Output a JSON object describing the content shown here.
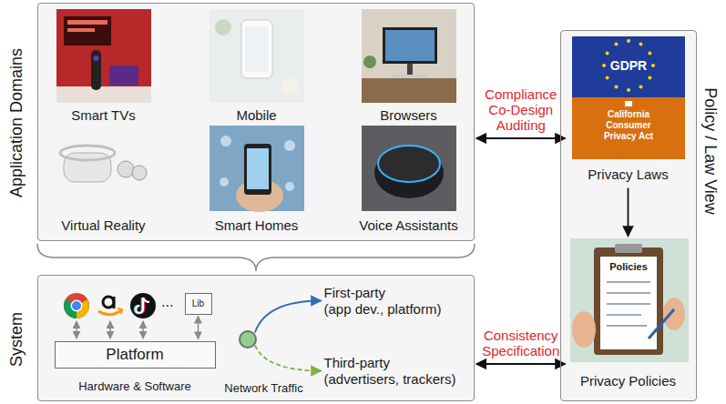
{
  "diagram": {
    "nodes": [
      {
        "text": [
          "Application Domains"
        ]
      },
      {
        "text": [
          "Smart TVs"
        ],
        "in": 0
      },
      {
        "text": [
          "Mobile"
        ],
        "in": 0
      },
      {
        "text": [
          "Browsers"
        ],
        "in": 0
      },
      {
        "text": [
          "Virtual Reality"
        ],
        "in": 0
      },
      {
        "text": [
          "Smart Homes"
        ],
        "in": 0
      },
      {
        "text": [
          "Voice Assistants"
        ],
        "in": 0
      },
      {
        "text": [
          "System"
        ]
      },
      {
        "text": [
          "Lib"
        ],
        "in": 7
      },
      {
        "text": [
          "Platform"
        ],
        "in": 7
      },
      {
        "text": [
          "Network Traffic"
        ],
        "in": 7
      },
      {
        "text": [
          "First-party",
          "(app dev., platform)"
        ],
        "in": 7
      },
      {
        "text": [
          "Third-party",
          "(advertisers, trackers)"
        ],
        "in": 7
      },
      {
        "text": [
          "Policy / Law View"
        ]
      },
      {
        "text": [
          "Privacy Laws"
        ],
        "in": 13
      },
      {
        "text": [
          "Privacy Policies"
        ],
        "in": 13
      }
    ],
    "edges": [
      {
        "from": 8,
        "to": 9,
        "arrow": "both"
      },
      {
        "from": 10,
        "to": 11,
        "arrow": "to"
      },
      {
        "from": 10,
        "to": 12,
        "arrow": "to"
      },
      {
        "from": 0,
        "to": 14,
        "label": "Compliance Co-Design Auditing",
        "arrow": "both"
      },
      {
        "from": 7,
        "to": 15,
        "label": "Consistency Specification",
        "arrow": "both"
      },
      {
        "from": 14,
        "to": 15,
        "arrow": "to"
      }
    ],
    "labels": [
      "...",
      "Hardware & Software",
      "GDPR",
      "California Consumer Privacy Act",
      "Policies"
    ]
  }
}
